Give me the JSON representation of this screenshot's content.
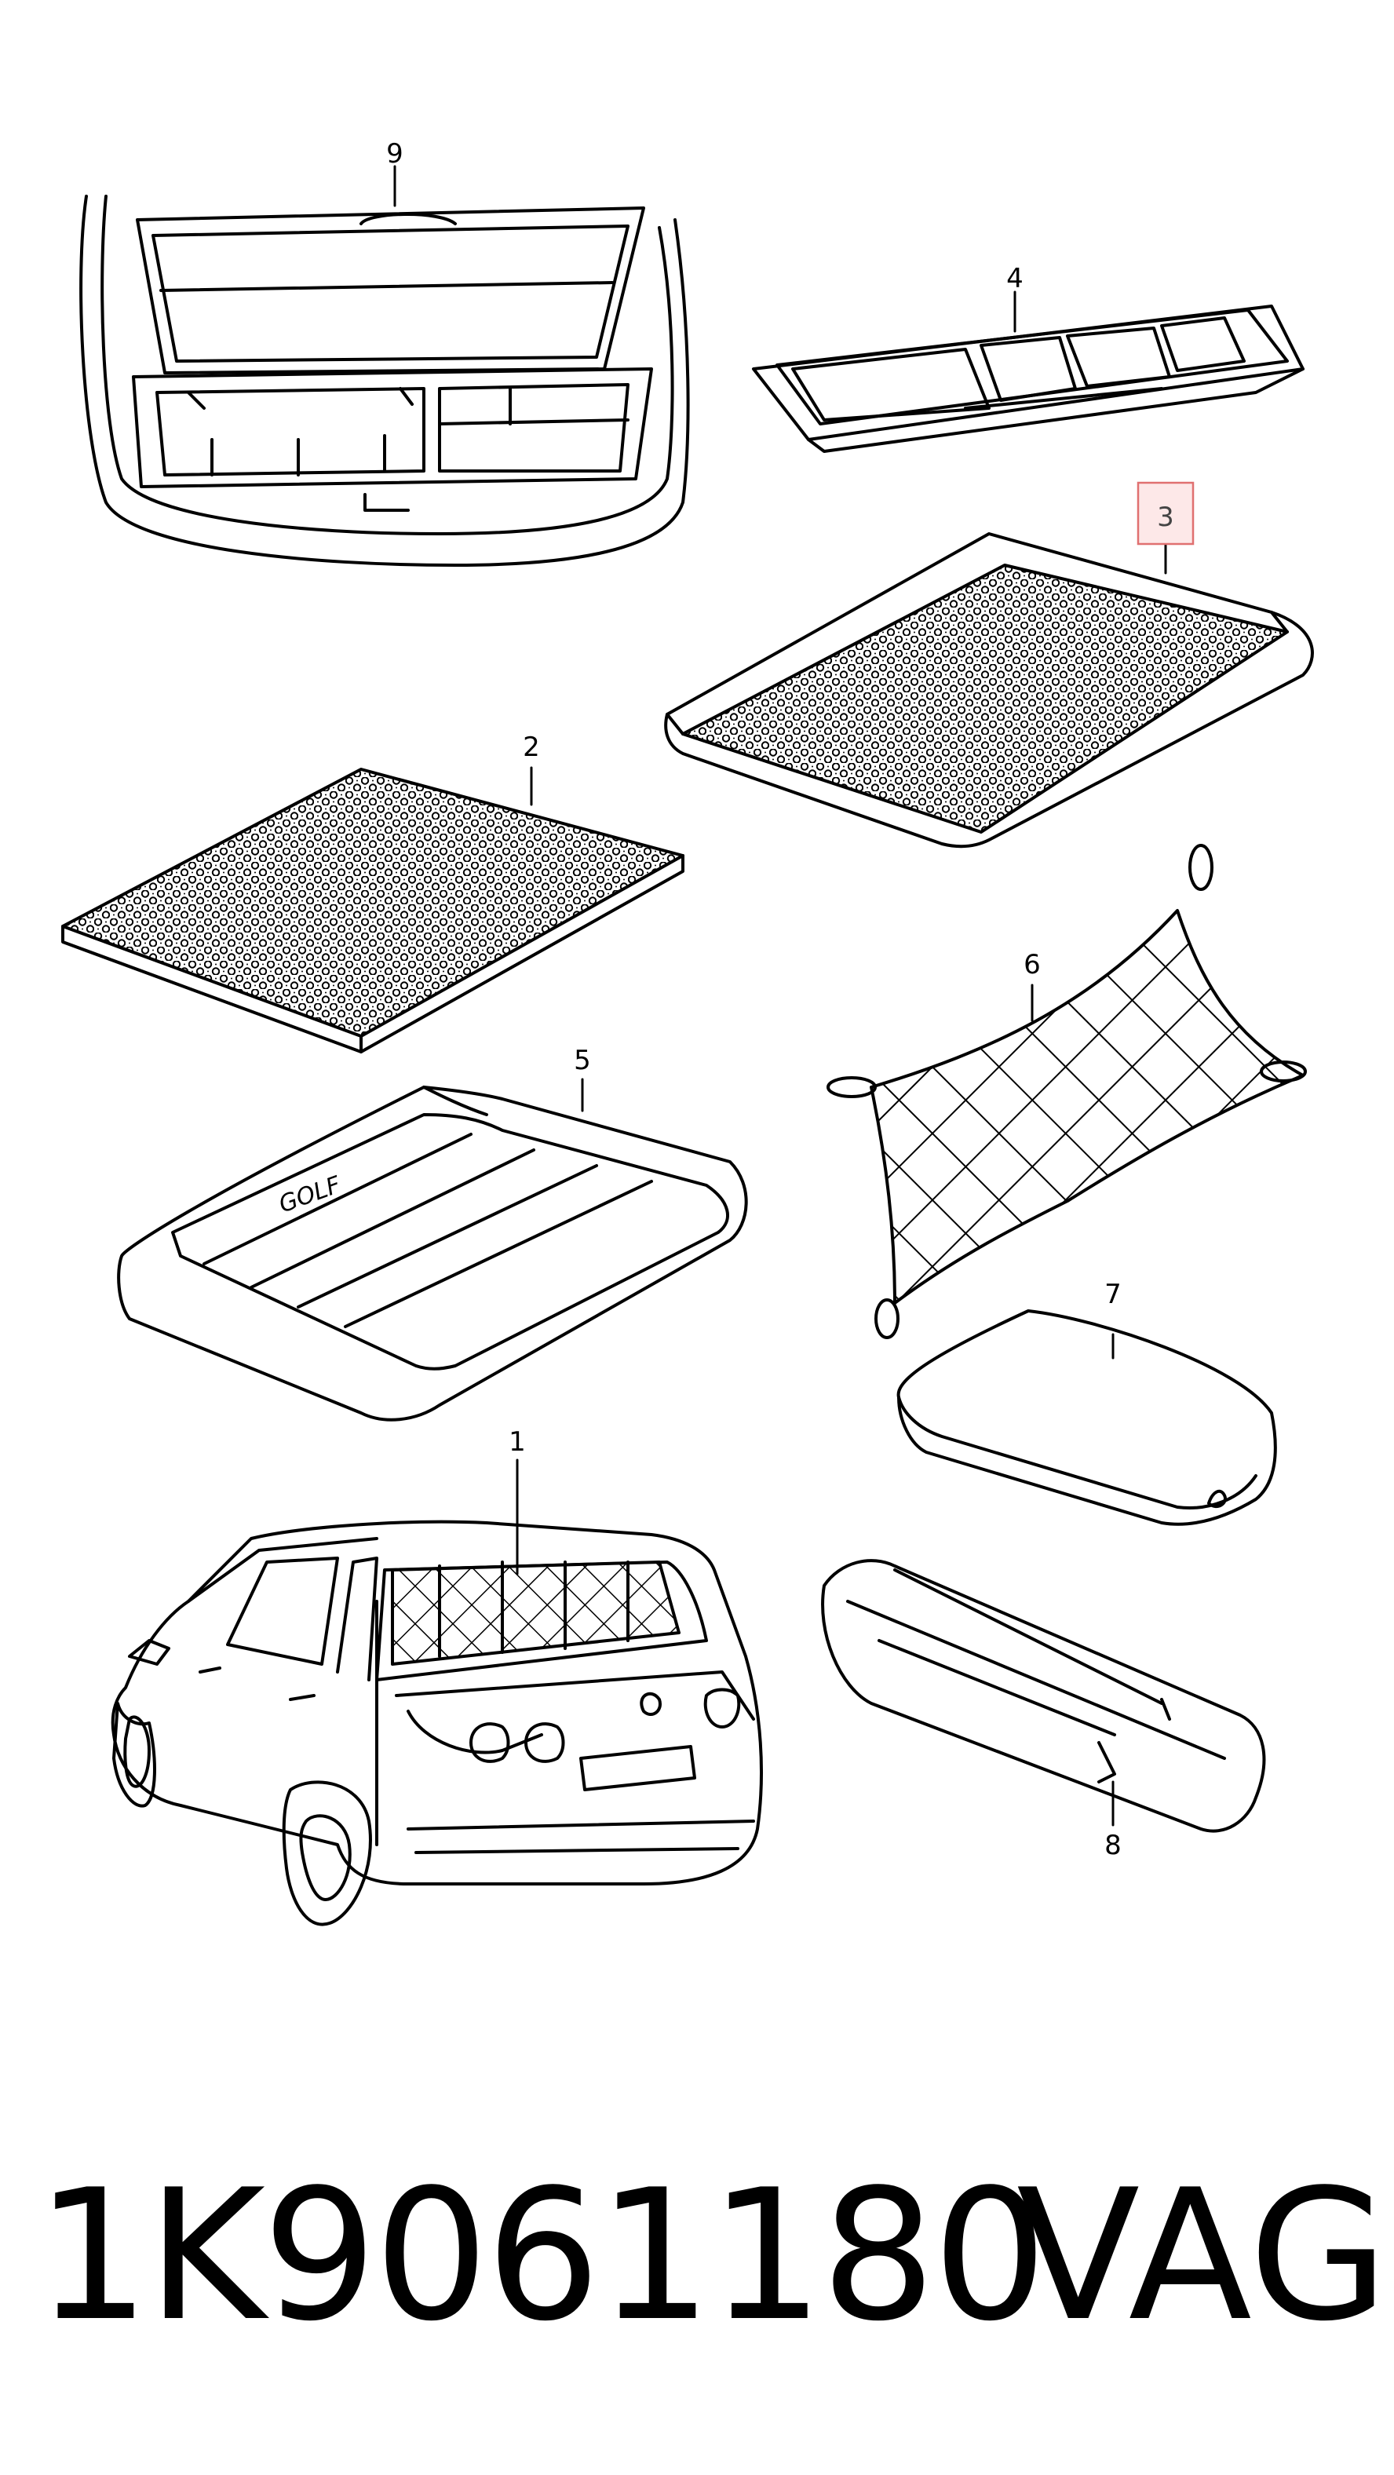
{
  "callouts": {
    "c1": "1",
    "c2": "2",
    "c3": "3",
    "c4": "4",
    "c5": "5",
    "c6": "6",
    "c7": "7",
    "c8": "8",
    "c9": "9"
  },
  "highlighted_callout": "3",
  "mat_lettering": "GOLF",
  "footer": {
    "part_number": "1K9061180",
    "brand": "VAG"
  },
  "colors": {
    "line": "#000000",
    "highlight_box_border": "#e07070",
    "highlight_box_fill": "#fde8e8"
  }
}
